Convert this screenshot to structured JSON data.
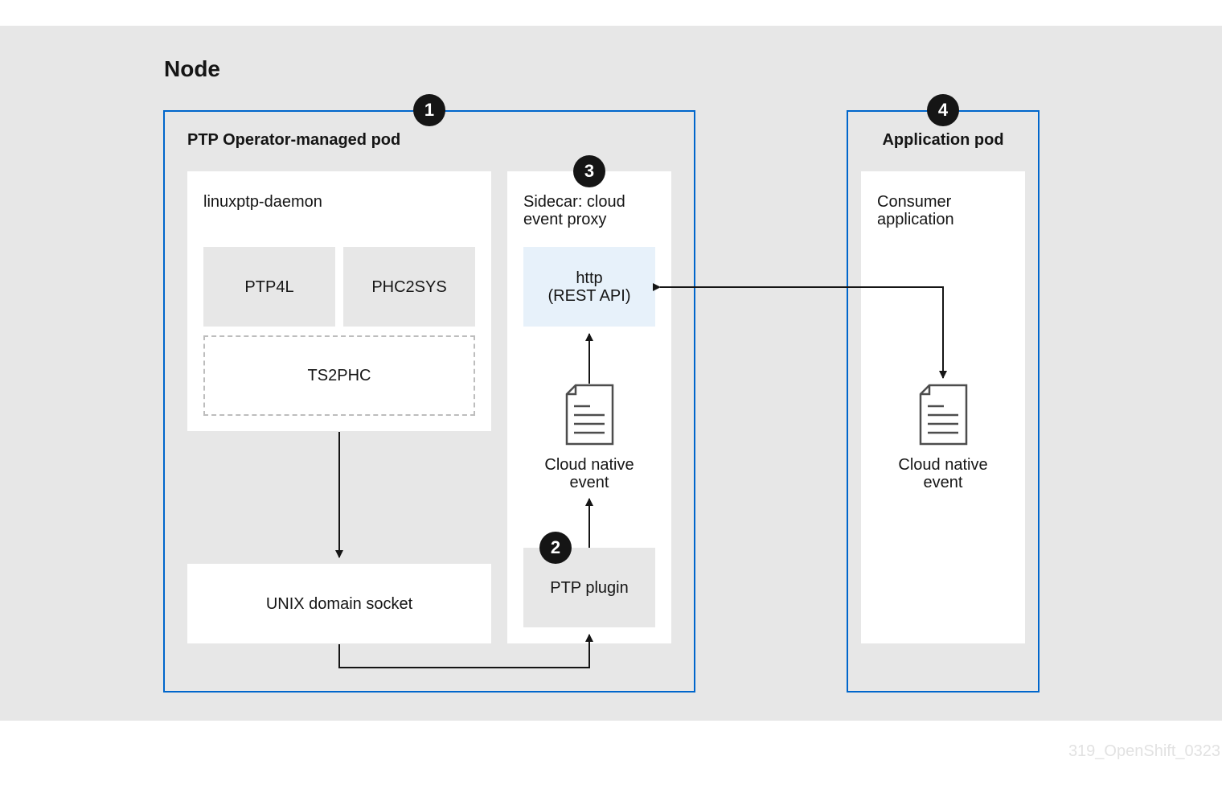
{
  "node": {
    "title": "Node"
  },
  "ptp_pod": {
    "title": "PTP Operator-managed pod",
    "badge": "1",
    "daemon": {
      "title": "linuxptp-daemon",
      "ptp4l": "PTP4L",
      "phc2sys": "PHC2SYS",
      "ts2phc": "TS2PHC"
    },
    "unix_socket": "UNIX domain socket",
    "sidecar": {
      "title_line1": "Sidecar: cloud",
      "title_line2": "event proxy",
      "badge": "3",
      "http_line1": "http",
      "http_line2": "(REST API)",
      "event_line1": "Cloud native",
      "event_line2": "event",
      "plugin": "PTP plugin",
      "plugin_badge": "2"
    }
  },
  "app_pod": {
    "title": "Application pod",
    "badge": "4",
    "consumer_line1": "Consumer",
    "consumer_line2": "application",
    "event_line1": "Cloud native",
    "event_line2": "event"
  },
  "watermark": "319_OpenShift_0323",
  "colors": {
    "pod_border": "#0066cc",
    "background": "#e7e7e7",
    "http_fill": "#e7f1fa",
    "badge": "#151515"
  }
}
